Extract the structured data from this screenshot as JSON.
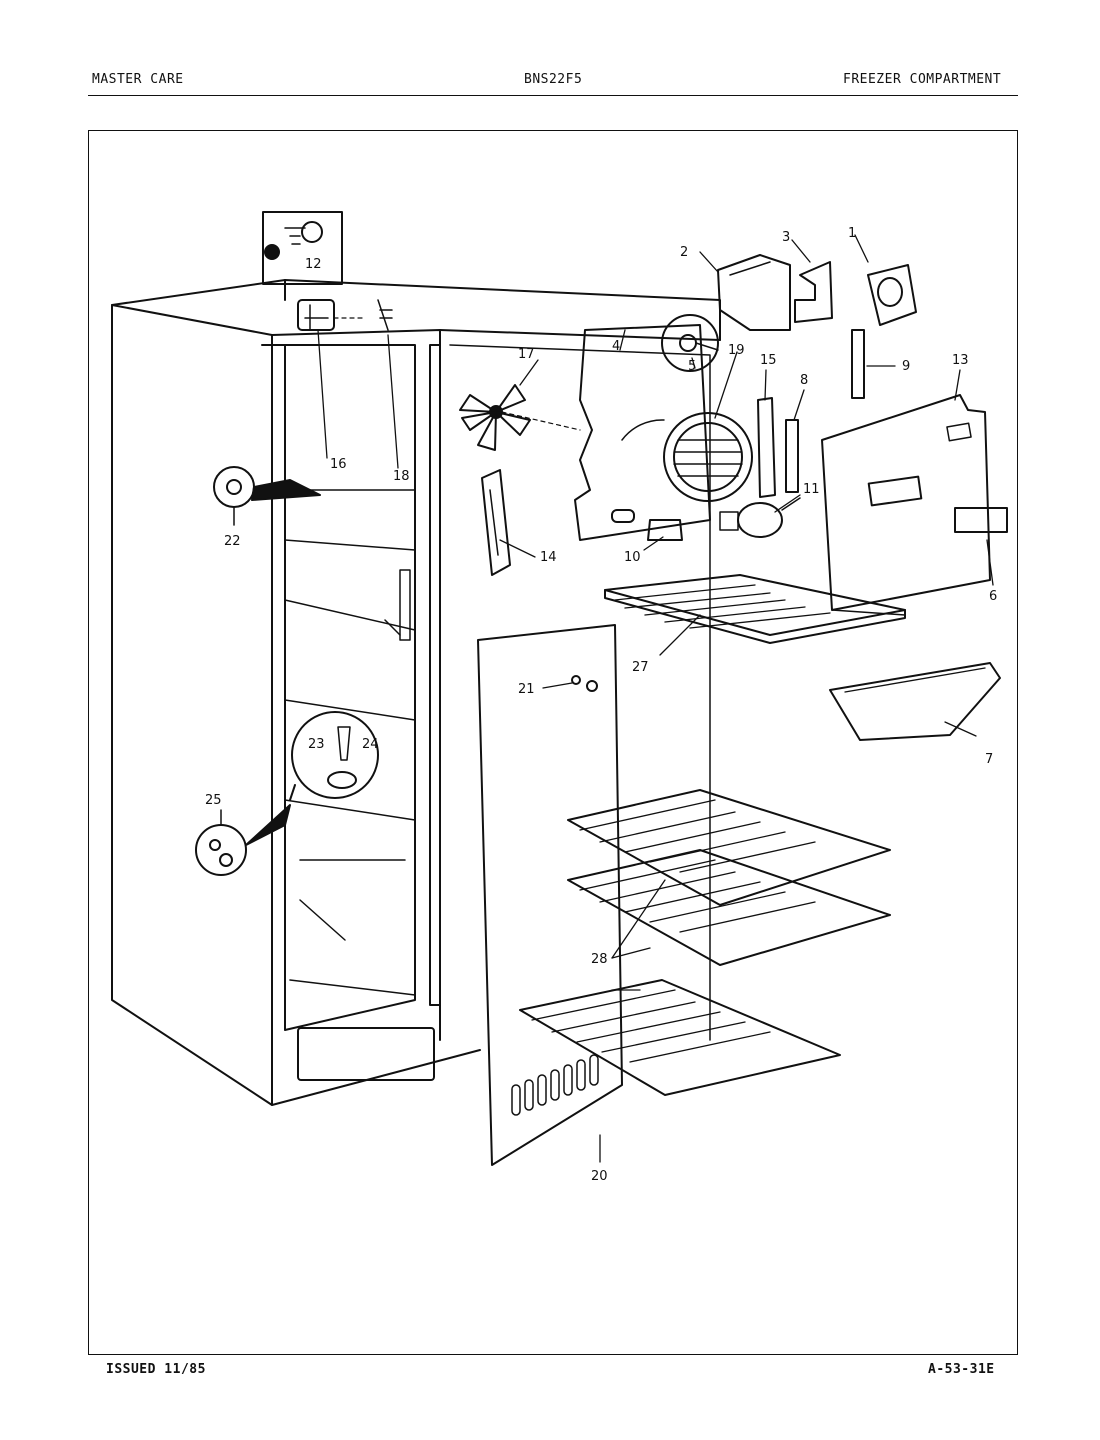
{
  "header": {
    "brand": "MASTER CARE",
    "model": "BNS22F5",
    "section": "FREEZER COMPARTMENT"
  },
  "footer": {
    "issued": "ISSUED 11/85",
    "code": "A-53-31E"
  },
  "callouts": {
    "c1": "1",
    "c2": "2",
    "c3": "3",
    "c4": "4",
    "c5": "5",
    "c6": "6",
    "c7": "7",
    "c8": "8",
    "c9": "9",
    "c10": "10",
    "c11": "11",
    "c12": "12",
    "c13": "13",
    "c14": "14",
    "c15": "15",
    "c16": "16",
    "c17": "17",
    "c18": "18",
    "c19": "19",
    "c20": "20",
    "c21": "21",
    "c22": "22",
    "c23": "23",
    "c24": "24",
    "c25": "25",
    "c27": "27",
    "c28": "28"
  },
  "colors": {
    "ink": "#111111",
    "paper": "#ffffff"
  }
}
